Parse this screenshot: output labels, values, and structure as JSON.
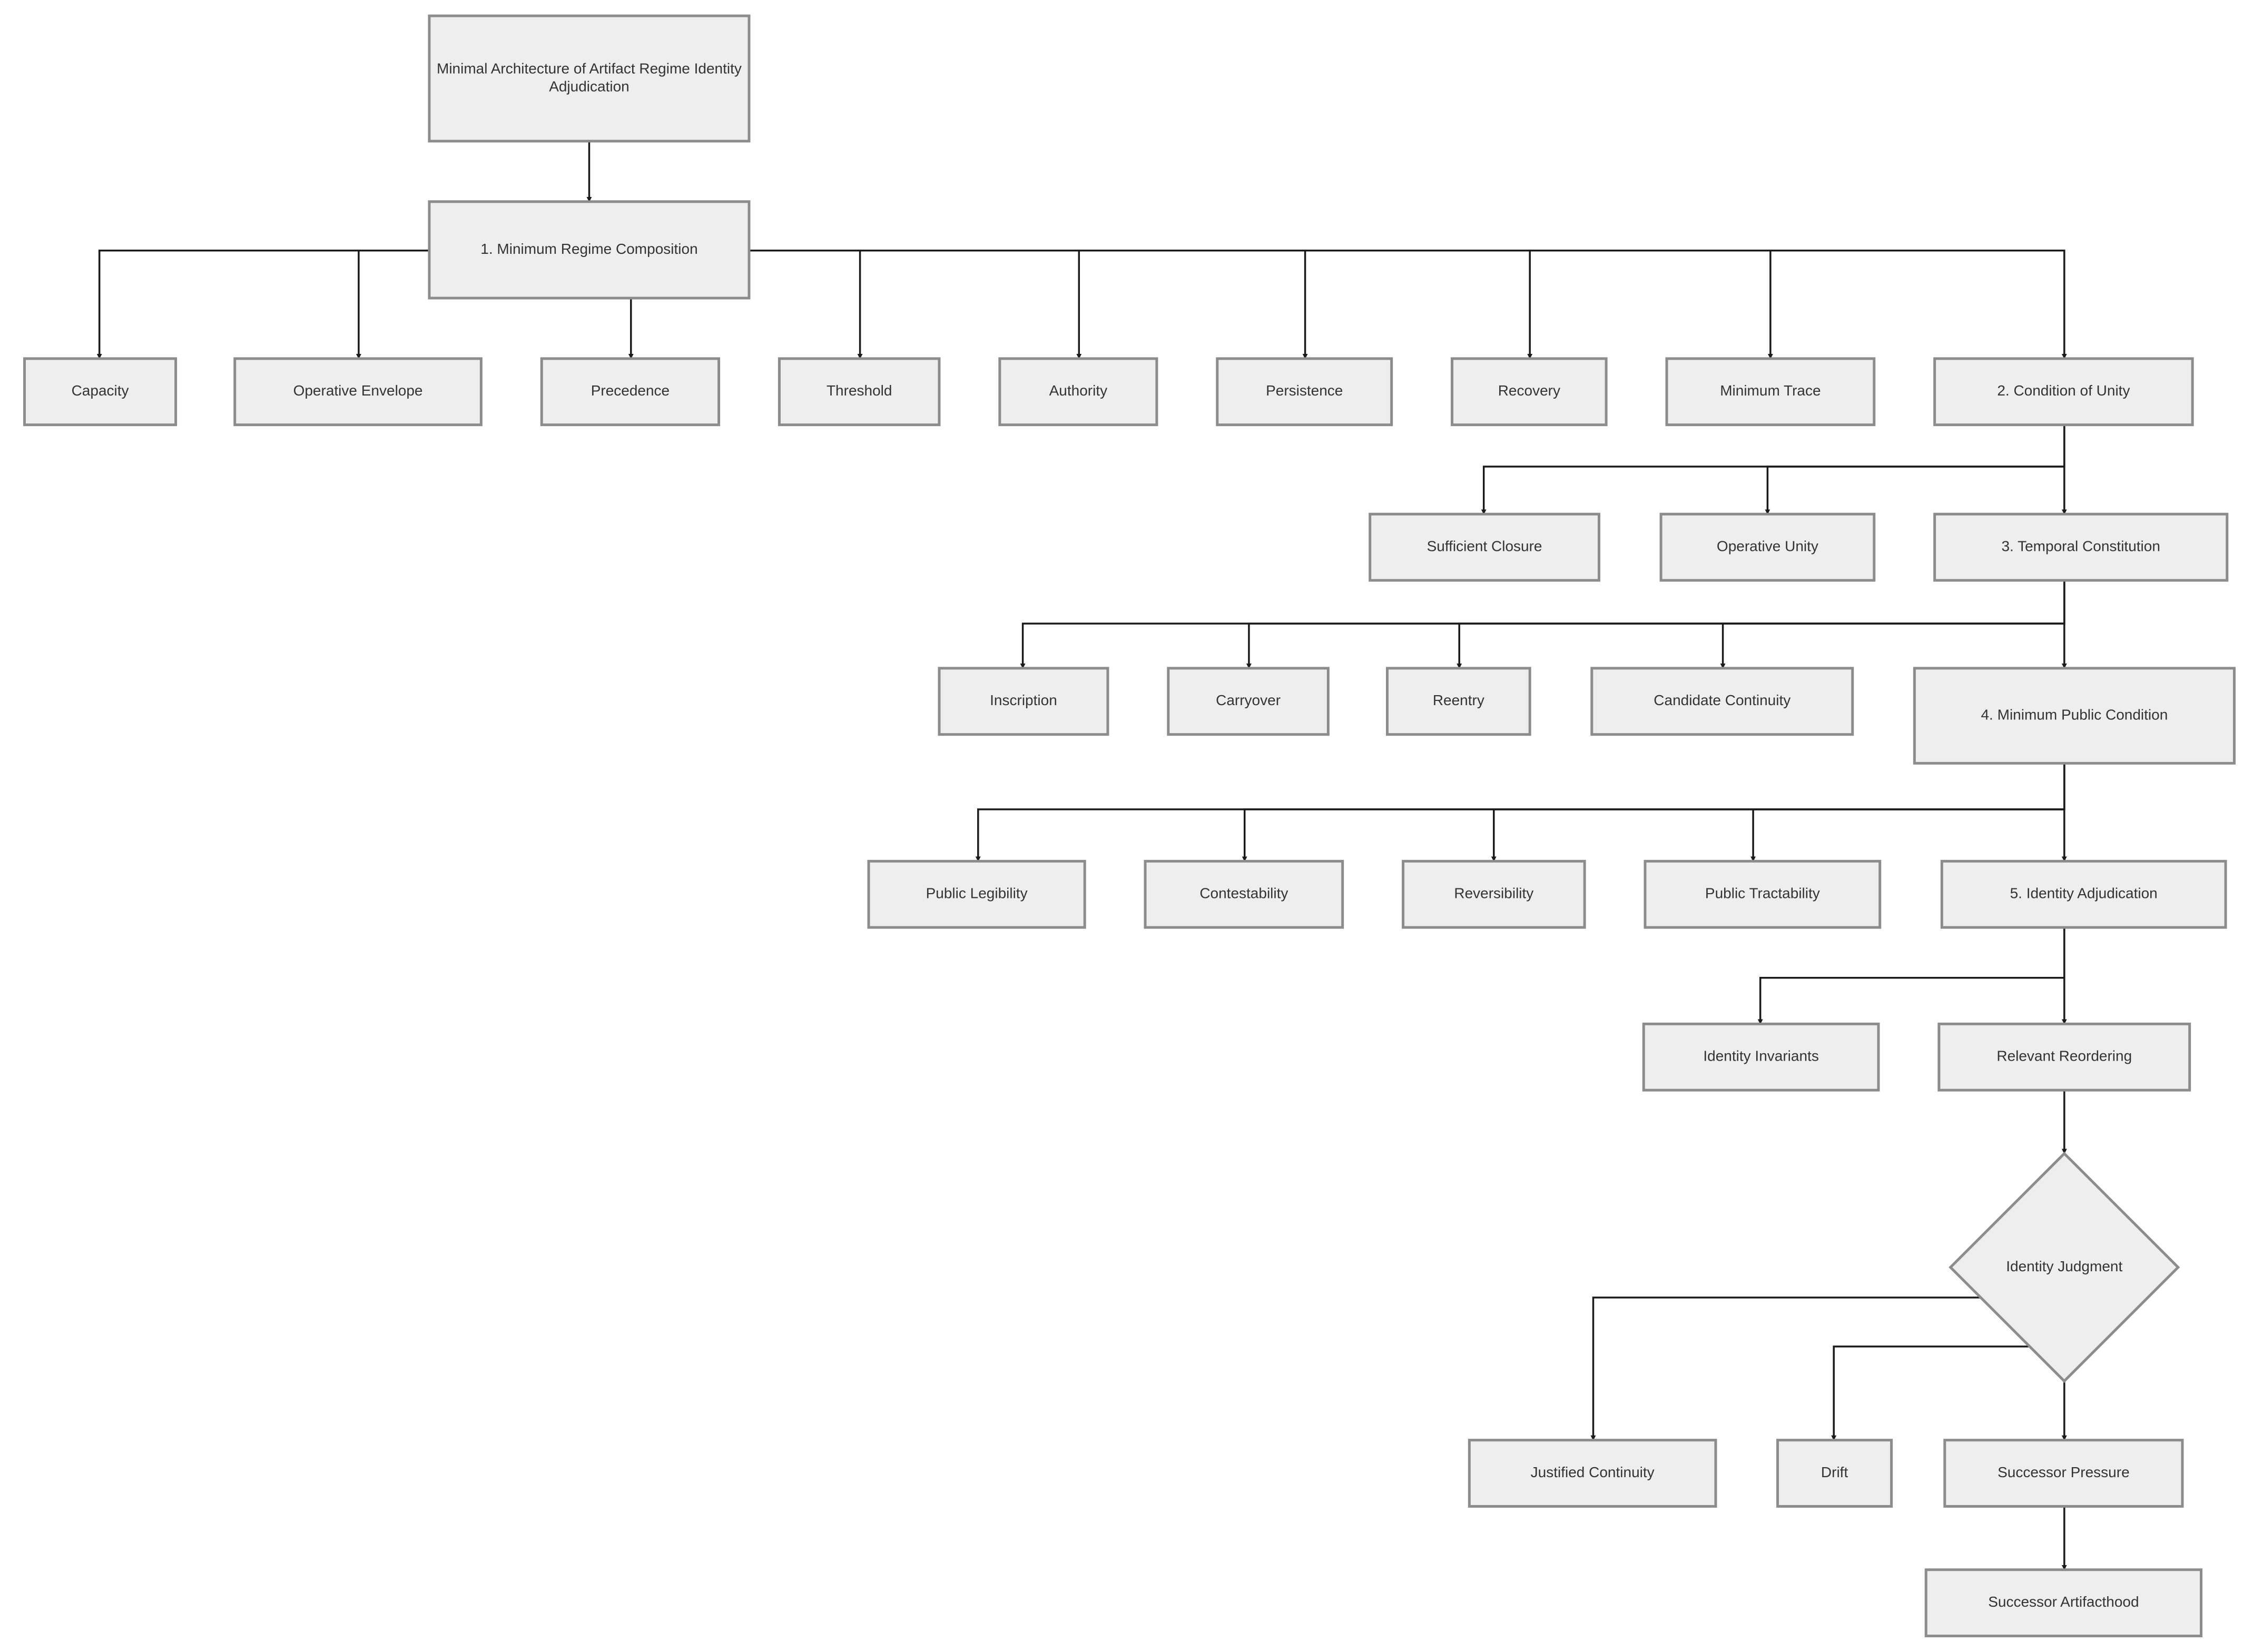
{
  "diagram": {
    "nodes": [
      {
        "id": "root",
        "shape": "rect",
        "lines": [
          "Minimal Architecture of Artifact Regime Identity",
          "Adjudication"
        ]
      },
      {
        "id": "n1",
        "shape": "rect",
        "lines": [
          "1. Minimum Regime Composition"
        ]
      },
      {
        "id": "capacity",
        "shape": "rect",
        "lines": [
          "Capacity"
        ]
      },
      {
        "id": "envelope",
        "shape": "rect",
        "lines": [
          "Operative Envelope"
        ]
      },
      {
        "id": "precedence",
        "shape": "rect",
        "lines": [
          "Precedence"
        ]
      },
      {
        "id": "threshold",
        "shape": "rect",
        "lines": [
          "Threshold"
        ]
      },
      {
        "id": "authority",
        "shape": "rect",
        "lines": [
          "Authority"
        ]
      },
      {
        "id": "persistence",
        "shape": "rect",
        "lines": [
          "Persistence"
        ]
      },
      {
        "id": "recovery",
        "shape": "rect",
        "lines": [
          "Recovery"
        ]
      },
      {
        "id": "mintrace",
        "shape": "rect",
        "lines": [
          "Minimum Trace"
        ]
      },
      {
        "id": "n2",
        "shape": "rect",
        "lines": [
          "2. Condition of Unity"
        ]
      },
      {
        "id": "closure",
        "shape": "rect",
        "lines": [
          "Sufficient Closure"
        ]
      },
      {
        "id": "opunity",
        "shape": "rect",
        "lines": [
          "Operative Unity"
        ]
      },
      {
        "id": "n3",
        "shape": "rect",
        "lines": [
          "3. Temporal Constitution"
        ]
      },
      {
        "id": "inscription",
        "shape": "rect",
        "lines": [
          "Inscription"
        ]
      },
      {
        "id": "carryover",
        "shape": "rect",
        "lines": [
          "Carryover"
        ]
      },
      {
        "id": "reentry",
        "shape": "rect",
        "lines": [
          "Reentry"
        ]
      },
      {
        "id": "candcont",
        "shape": "rect",
        "lines": [
          "Candidate Continuity"
        ]
      },
      {
        "id": "n4",
        "shape": "rect",
        "lines": [
          "4. Minimum Public Condition"
        ]
      },
      {
        "id": "legibility",
        "shape": "rect",
        "lines": [
          "Public Legibility"
        ]
      },
      {
        "id": "contest",
        "shape": "rect",
        "lines": [
          "Contestability"
        ]
      },
      {
        "id": "revers",
        "shape": "rect",
        "lines": [
          "Reversibility"
        ]
      },
      {
        "id": "tract",
        "shape": "rect",
        "lines": [
          "Public Tractability"
        ]
      },
      {
        "id": "n5",
        "shape": "rect",
        "lines": [
          "5. Identity Adjudication"
        ]
      },
      {
        "id": "invariants",
        "shape": "rect",
        "lines": [
          "Identity Invariants"
        ]
      },
      {
        "id": "reorder",
        "shape": "rect",
        "lines": [
          "Relevant Reordering"
        ]
      },
      {
        "id": "judgment",
        "shape": "diamond",
        "lines": [
          "Identity Judgment"
        ]
      },
      {
        "id": "justcont",
        "shape": "rect",
        "lines": [
          "Justified Continuity"
        ]
      },
      {
        "id": "drift",
        "shape": "rect",
        "lines": [
          "Drift"
        ]
      },
      {
        "id": "succpress",
        "shape": "rect",
        "lines": [
          "Successor Pressure"
        ]
      },
      {
        "id": "succart",
        "shape": "rect",
        "lines": [
          "Successor Artifacthood"
        ]
      }
    ],
    "edges": [
      {
        "from": "root",
        "to": "n1"
      },
      {
        "from": "n1",
        "to": "capacity"
      },
      {
        "from": "n1",
        "to": "envelope"
      },
      {
        "from": "n1",
        "to": "precedence"
      },
      {
        "from": "n1",
        "to": "threshold"
      },
      {
        "from": "n1",
        "to": "authority"
      },
      {
        "from": "n1",
        "to": "persistence"
      },
      {
        "from": "n1",
        "to": "recovery"
      },
      {
        "from": "n1",
        "to": "mintrace"
      },
      {
        "from": "n1",
        "to": "n2"
      },
      {
        "from": "n2",
        "to": "closure"
      },
      {
        "from": "n2",
        "to": "opunity"
      },
      {
        "from": "n2",
        "to": "n3"
      },
      {
        "from": "n3",
        "to": "inscription"
      },
      {
        "from": "n3",
        "to": "carryover"
      },
      {
        "from": "n3",
        "to": "reentry"
      },
      {
        "from": "n3",
        "to": "candcont"
      },
      {
        "from": "n3",
        "to": "n4"
      },
      {
        "from": "n4",
        "to": "legibility"
      },
      {
        "from": "n4",
        "to": "contest"
      },
      {
        "from": "n4",
        "to": "revers"
      },
      {
        "from": "n4",
        "to": "tract"
      },
      {
        "from": "n4",
        "to": "n5"
      },
      {
        "from": "n5",
        "to": "invariants"
      },
      {
        "from": "n5",
        "to": "reorder"
      },
      {
        "from": "reorder",
        "to": "judgment"
      },
      {
        "from": "judgment",
        "to": "justcont"
      },
      {
        "from": "judgment",
        "to": "drift"
      },
      {
        "from": "judgment",
        "to": "succpress"
      },
      {
        "from": "succpress",
        "to": "succart"
      }
    ]
  }
}
